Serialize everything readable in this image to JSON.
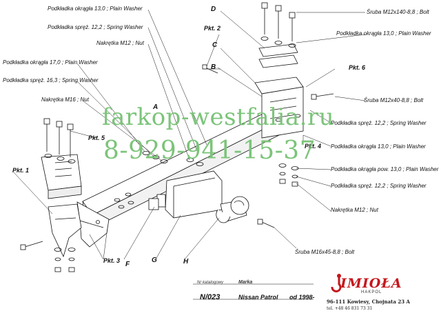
{
  "labels_right": [
    "Śruba M12x140-8,8 ;  Bolt",
    "Podkładka okrągła 13,0 ;  Plain Washer",
    "Śruba M12x40-8,8 ;  Bolt",
    "Podkładka spręż. 12,2 ; Spring Washer",
    "Podkładka okrągła 13,0 ;  Plain Washer",
    "Podkładka okrągła pow. 13,0 ; Plain Washer",
    "Podkładka spręż. 12,2 ; Spring Washer",
    "Nakrętka  M12 ; Nut",
    "Śruba M16x45-8,8 ;  Bolt"
  ],
  "labels_left": [
    "Podkładka okrągła 13,0 ;  Plain Washer",
    "Podkładka spręż. 12,2 ; Spring Washer",
    "Nakrętka  M12 ; Nut",
    "Podkładka okrągła 17,0 ;  Plain Washer",
    "Podkładka spręż. 16,3 ; Spring Washer",
    "Nakrętka  M16 ; Nut"
  ],
  "pkt": {
    "p1": "Pkt. 1",
    "p2": "Pkt. 2",
    "p3": "Pkt. 3",
    "p4": "Pkt. 4",
    "p5": "Pkt. 5",
    "p6": "Pkt. 6"
  },
  "letters": {
    "a": "A",
    "b": "B",
    "c": "C",
    "d": "D",
    "f": "F",
    "g": "G",
    "h": "H"
  },
  "watermark": {
    "site": "farkop-westfalia.ru",
    "phone": "8-929-941-15-37"
  },
  "title_block": {
    "catalog_caption": "Nr katalogowy",
    "brand_caption": "Marka",
    "catalog_number": "N/023",
    "vehicle": "Nissan Patrol",
    "year": "od 1998-"
  },
  "maker": {
    "logo": "IMIOŁA",
    "sub": "HAKPOL",
    "address": "96-111 Kowiesy, Chojnata 23 A",
    "phone": "tel. +48 46 831 73 31"
  },
  "colors": {
    "watermark": "#7cc47a",
    "brand": "#c4171d",
    "line": "#111111"
  }
}
